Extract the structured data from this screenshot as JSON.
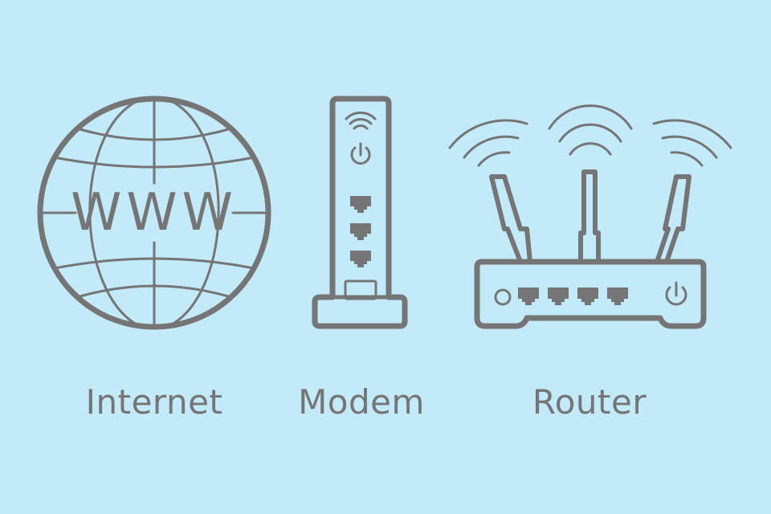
{
  "colors": {
    "background": "#c3eaf8",
    "icon_stroke": "#757575",
    "text": "#757575"
  },
  "items": [
    {
      "icon": "globe-icon",
      "label": "Internet",
      "icon_text": "WWW"
    },
    {
      "icon": "modem-icon",
      "label": "Modem"
    },
    {
      "icon": "router-icon",
      "label": "Router"
    }
  ]
}
